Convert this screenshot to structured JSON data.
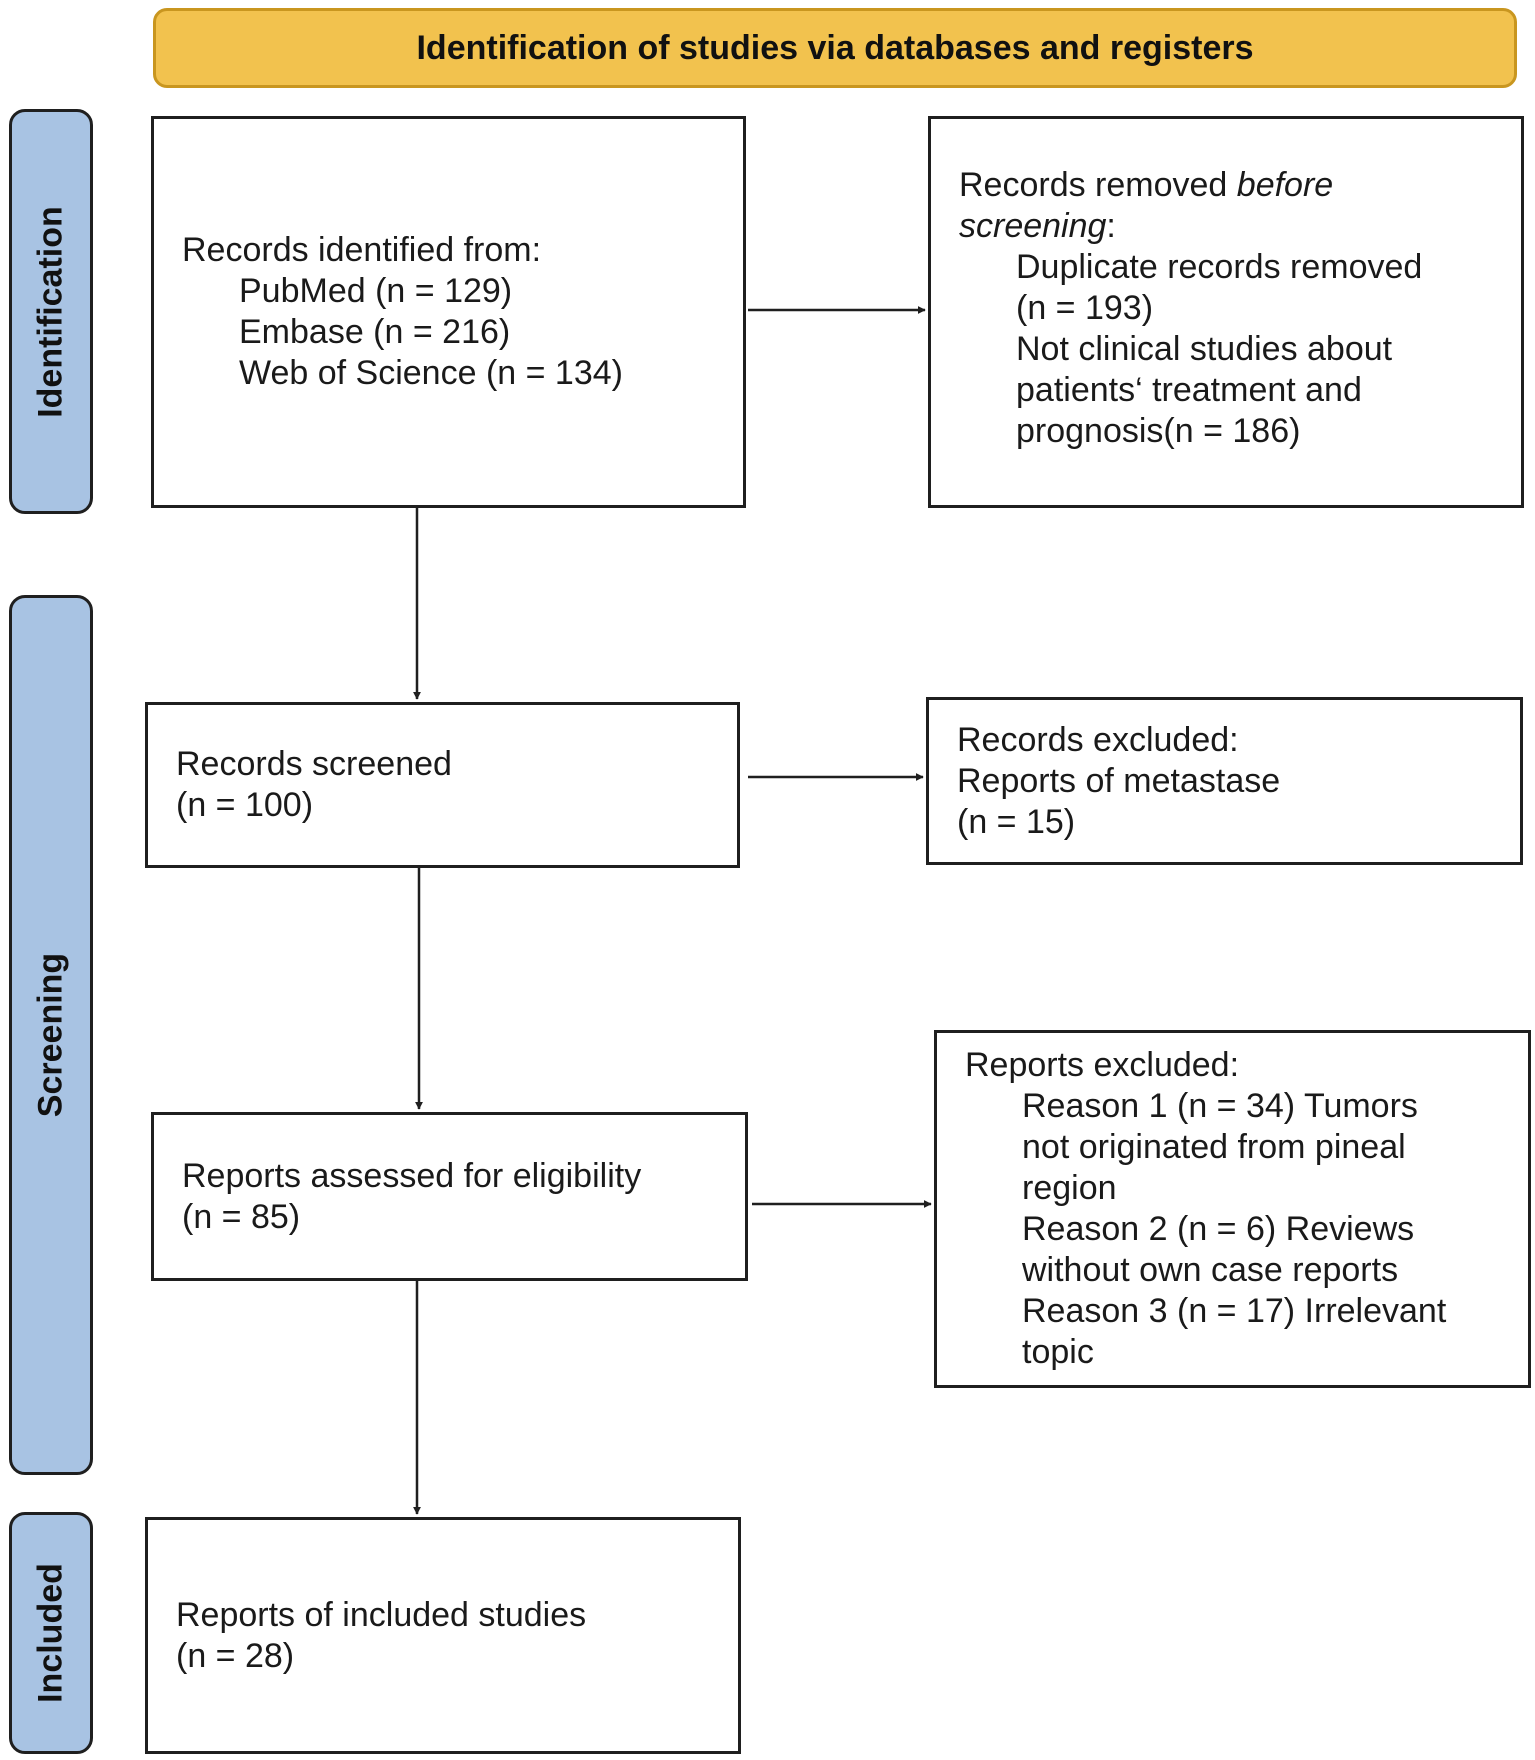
{
  "header": {
    "title": "Identification of studies via databases and registers"
  },
  "phases": {
    "identification": "Identification",
    "screening": "Screening",
    "included": "Included"
  },
  "records_identified": {
    "heading": "Records identified from:",
    "sources": [
      "PubMed (n = 129)",
      "Embase (n = 216)",
      "Web of Science (n = 134)"
    ]
  },
  "records_removed": {
    "heading_prefix": "Records removed ",
    "heading_italic_1": "before",
    "heading_italic_2": "screening",
    "heading_suffix": ":",
    "items": [
      "Duplicate records removed",
      "(n = 193)",
      "Not clinical studies about",
      "patients‘ treatment and",
      "prognosis(n = 186)"
    ]
  },
  "records_screened": {
    "label": "Records screened",
    "count": "(n = 100)"
  },
  "records_excluded": {
    "heading": "Records excluded:",
    "reason": "Reports of metastase",
    "count": "(n = 15)"
  },
  "reports_assessed": {
    "label": "Reports assessed for eligibility",
    "count": "(n = 85)"
  },
  "reports_excluded": {
    "heading": "Reports excluded:",
    "items": [
      "Reason 1 (n = 34) Tumors",
      "not originated from pineal",
      "region",
      "Reason 2 (n = 6) Reviews",
      "without own case reports",
      "Reason 3 (n = 17) Irrelevant",
      "topic"
    ]
  },
  "included_studies": {
    "label": "Reports of included studies",
    "count": "(n = 28)"
  },
  "colors": {
    "header_fill": "#f2c24e",
    "phase_fill": "#a8c3e3",
    "stroke": "#1f1f1f"
  }
}
